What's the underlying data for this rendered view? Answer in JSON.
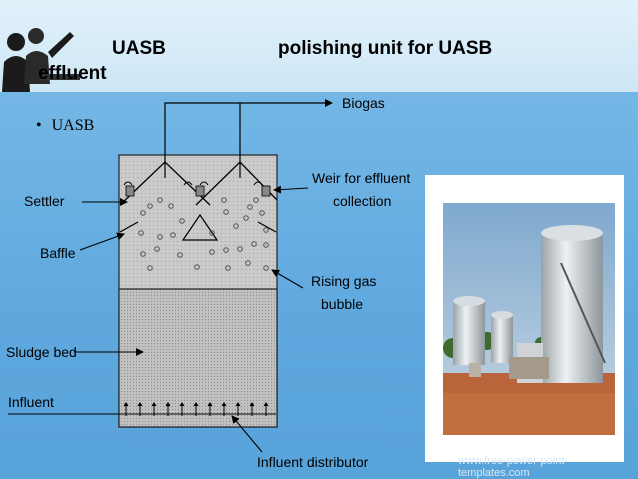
{
  "slide": {
    "title_left": "UASB",
    "title_right": "polishing unit for UASB",
    "title_line2": "effluent",
    "bullet": "UASB",
    "footer": "www.free-power-point-templates.com"
  },
  "diagram": {
    "labels": {
      "biogas": "Biogas",
      "settler": "Settler",
      "weir_line1": "Weir for effluent",
      "weir_line2": "collection",
      "baffle": "Baffle",
      "rising_line1": "Rising gas",
      "rising_line2": "bubble",
      "sludge_bed": "Sludge bed",
      "influent": "Influent",
      "distributor": "Influent distributor"
    }
  },
  "photo": {
    "subject": "UASB reactor tanks"
  },
  "colors": {
    "background_blue": "#5ea8de",
    "header_light": "#d6ecf8",
    "reactor_fill": "#c9c9c9",
    "sludge_fill": "#b8b8b8"
  }
}
